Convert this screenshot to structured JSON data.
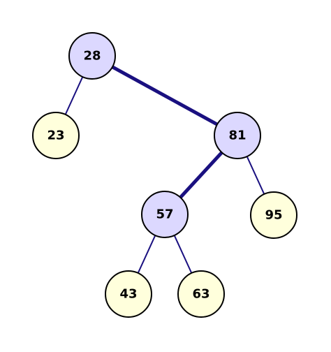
{
  "tree": {
    "colors": {
      "path_node_fill": "#dcd8ff",
      "other_node_fill": "#ffffdc",
      "node_stroke": "#000000",
      "label_color": "#000000",
      "edge_color": "#1a1080",
      "highlight_edge_color": "#1a1080"
    },
    "nodes": [
      {
        "id": "n28",
        "label": "28",
        "on_path": true
      },
      {
        "id": "n23",
        "label": "23",
        "on_path": false
      },
      {
        "id": "n81",
        "label": "81",
        "on_path": true
      },
      {
        "id": "n57",
        "label": "57",
        "on_path": true
      },
      {
        "id": "n95",
        "label": "95",
        "on_path": false
      },
      {
        "id": "n43",
        "label": "43",
        "on_path": false
      },
      {
        "id": "n63",
        "label": "63",
        "on_path": false
      }
    ],
    "edges": [
      {
        "from": "n28",
        "to": "n23",
        "highlighted": false
      },
      {
        "from": "n28",
        "to": "n81",
        "highlighted": true
      },
      {
        "from": "n81",
        "to": "n57",
        "highlighted": true
      },
      {
        "from": "n81",
        "to": "n95",
        "highlighted": false
      },
      {
        "from": "n57",
        "to": "n43",
        "highlighted": false
      },
      {
        "from": "n57",
        "to": "n63",
        "highlighted": false
      }
    ]
  }
}
